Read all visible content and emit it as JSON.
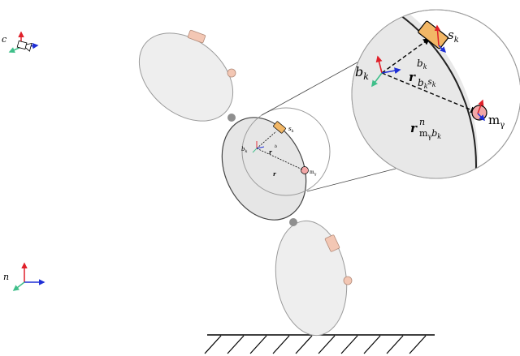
{
  "frames": {
    "camera": {
      "label": "c"
    },
    "navigation": {
      "label": "n"
    }
  },
  "zoom_labels": {
    "body_frame": "b",
    "body_frame_sub": "k",
    "sensor": "s",
    "sensor_sub": "k",
    "marker": "m",
    "marker_sub": "γ",
    "vec_bs_main": "r",
    "vec_bs_sup": "b",
    "vec_bs_sup_sub": "k",
    "vec_bs_sub": "b",
    "vec_bs_sub2": "k",
    "vec_bs_sub3": "s",
    "vec_bs_sub4": "k",
    "vec_mb_main": "r",
    "vec_mb_sup": "n",
    "vec_mb_sub": "m",
    "vec_mb_sub2": "γ",
    "vec_mb_sub3": "b",
    "vec_mb_sub4": "k"
  },
  "colors": {
    "x_axis": "#1f2fd6",
    "y_axis": "#e0202a",
    "z_axis": "#3fbf8a",
    "segment_fill": "#eeeeee",
    "segment_stroke": "#9a9a9a",
    "active_fill": "#e6e6e6",
    "active_stroke": "#444444",
    "sensor_fill": "#f2b766",
    "marker_fill": "#f2a7a7",
    "joint": "#8f8f8f",
    "pad": "#f3c7b4"
  }
}
